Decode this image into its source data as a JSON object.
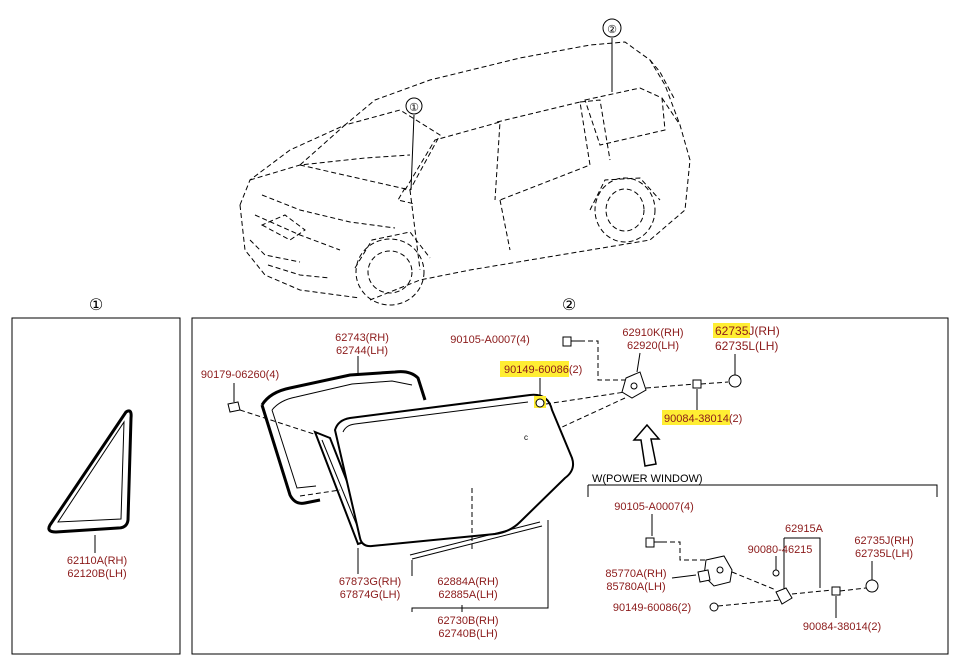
{
  "callouts": {
    "one": "①",
    "two": "②"
  },
  "panel1": {
    "title": "①",
    "part_a": "62110A(RH)",
    "part_b": "62120B(LH)"
  },
  "panel2": {
    "title": "②",
    "labels": {
      "p62743": "62743(RH)",
      "p62744": "62744(LH)",
      "p90179": "90179-06260(4)",
      "p90105_top": "90105-A0007(4)",
      "p90149_top": "90149-60086(2)",
      "p62910": "62910K(RH)",
      "p62920": "62920(LH)",
      "p62735_rh_code": "62735",
      "p62735_rh_suffix": "J(RH)",
      "p62735_lh": "62735L(LH)",
      "p90084_code": "90084-38014",
      "p90084_qty": "(2)",
      "glass_mark": "c",
      "p67873": "67873G(RH)",
      "p67874": "67874G(LH)",
      "p62884": "62884A(RH)",
      "p62885": "62885A(LH)",
      "p62730": "62730B(RH)",
      "p62740": "62740B(LH)"
    },
    "power_window": {
      "header": "W(POWER WINDOW)",
      "p90105": "90105-A0007(4)",
      "p62915": "62915A",
      "p90080": "90080-46215",
      "p62735j": "62735J(RH)",
      "p62735l": "62735L(LH)",
      "p85770": "85770A(RH)",
      "p85780": "85780A(LH)",
      "p90149": "90149-60086(2)",
      "p90084": "90084-38014(2)"
    }
  },
  "colors": {
    "part_number": "#8b1a1a",
    "highlight": "#ffee33",
    "line": "#000000"
  }
}
